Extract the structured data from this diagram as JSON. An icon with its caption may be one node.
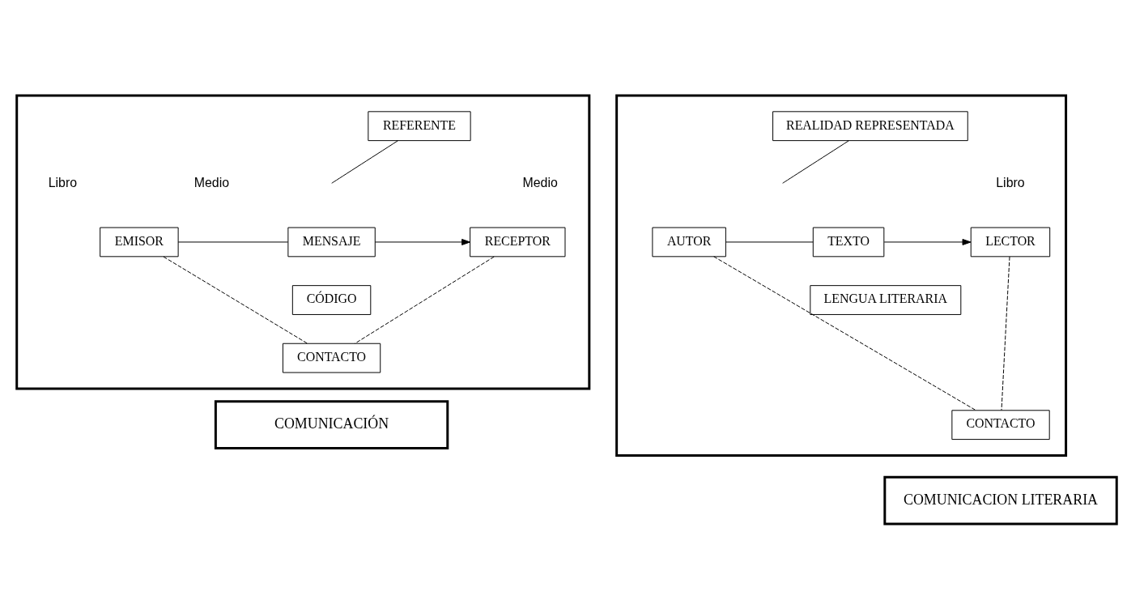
{
  "diagram": {
    "nodes": [
      {
        "text": [],
        "shape": "box"
      },
      {
        "text": [
          "REFERENTE"
        ],
        "in": 0
      },
      {
        "text": [
          "EMISOR"
        ],
        "in": 0
      },
      {
        "text": [
          "MENSAJE"
        ],
        "in": 0
      },
      {
        "text": [
          "RECEPTOR"
        ],
        "in": 0
      },
      {
        "text": [
          "CÓDIGO"
        ],
        "in": 0
      },
      {
        "text": [
          "CONTACTO"
        ],
        "in": 0
      },
      {
        "text": [],
        "shape": "box"
      },
      {
        "text": [
          "REALIDAD REPRESENTADA"
        ],
        "in": 7
      },
      {
        "text": [
          "AUTOR"
        ],
        "in": 7
      },
      {
        "text": [
          "TEXTO"
        ],
        "in": 7
      },
      {
        "text": [
          "LECTOR"
        ],
        "in": 7
      },
      {
        "text": [
          "LENGUA LITERARIA"
        ],
        "in": 7
      },
      {
        "text": [
          "CONTACTO"
        ],
        "in": 7
      },
      {
        "text": [
          "COMUNICACIÓN"
        ]
      },
      {
        "text": [
          "COMUNICACION LITERARIA"
        ]
      }
    ],
    "edges": [
      {
        "from": 1,
        "to": null,
        "arrow": "none"
      },
      {
        "from": 2,
        "to": 3,
        "arrow": "none"
      },
      {
        "from": 3,
        "to": 4,
        "arrow": "to"
      },
      {
        "from": 2,
        "to": 6,
        "arrow": "none",
        "style": "dashed"
      },
      {
        "from": 4,
        "to": 6,
        "arrow": "none",
        "style": "dashed"
      },
      {
        "from": 8,
        "to": null,
        "arrow": "none"
      },
      {
        "from": 9,
        "to": 10,
        "arrow": "none"
      },
      {
        "from": 10,
        "to": 11,
        "arrow": "to"
      },
      {
        "from": 9,
        "to": 13,
        "arrow": "none",
        "style": "dashed"
      },
      {
        "from": 11,
        "to": 13,
        "arrow": "none",
        "style": "dashed"
      }
    ],
    "labels": [
      "Medio",
      "Medio",
      "Libro",
      "Libro"
    ]
  }
}
